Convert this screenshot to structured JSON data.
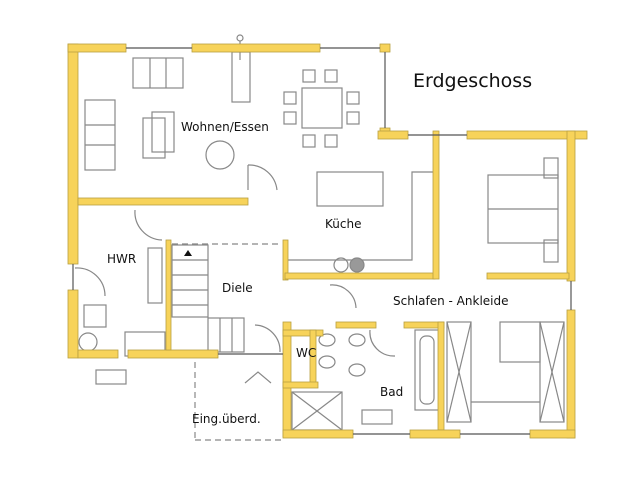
{
  "title": "Erdgeschoss",
  "colors": {
    "wall": "#f7d35a",
    "wall_edge": "#b8a040",
    "line": "#777777",
    "text": "#111111"
  },
  "rooms": [
    {
      "name": "Wohnen/Essen"
    },
    {
      "name": "Küche"
    },
    {
      "name": "HWR"
    },
    {
      "name": "Diele"
    },
    {
      "name": "Schlafen - Ankleide"
    },
    {
      "name": "WC"
    },
    {
      "name": "Bad"
    },
    {
      "name": "Eing.überd."
    }
  ]
}
